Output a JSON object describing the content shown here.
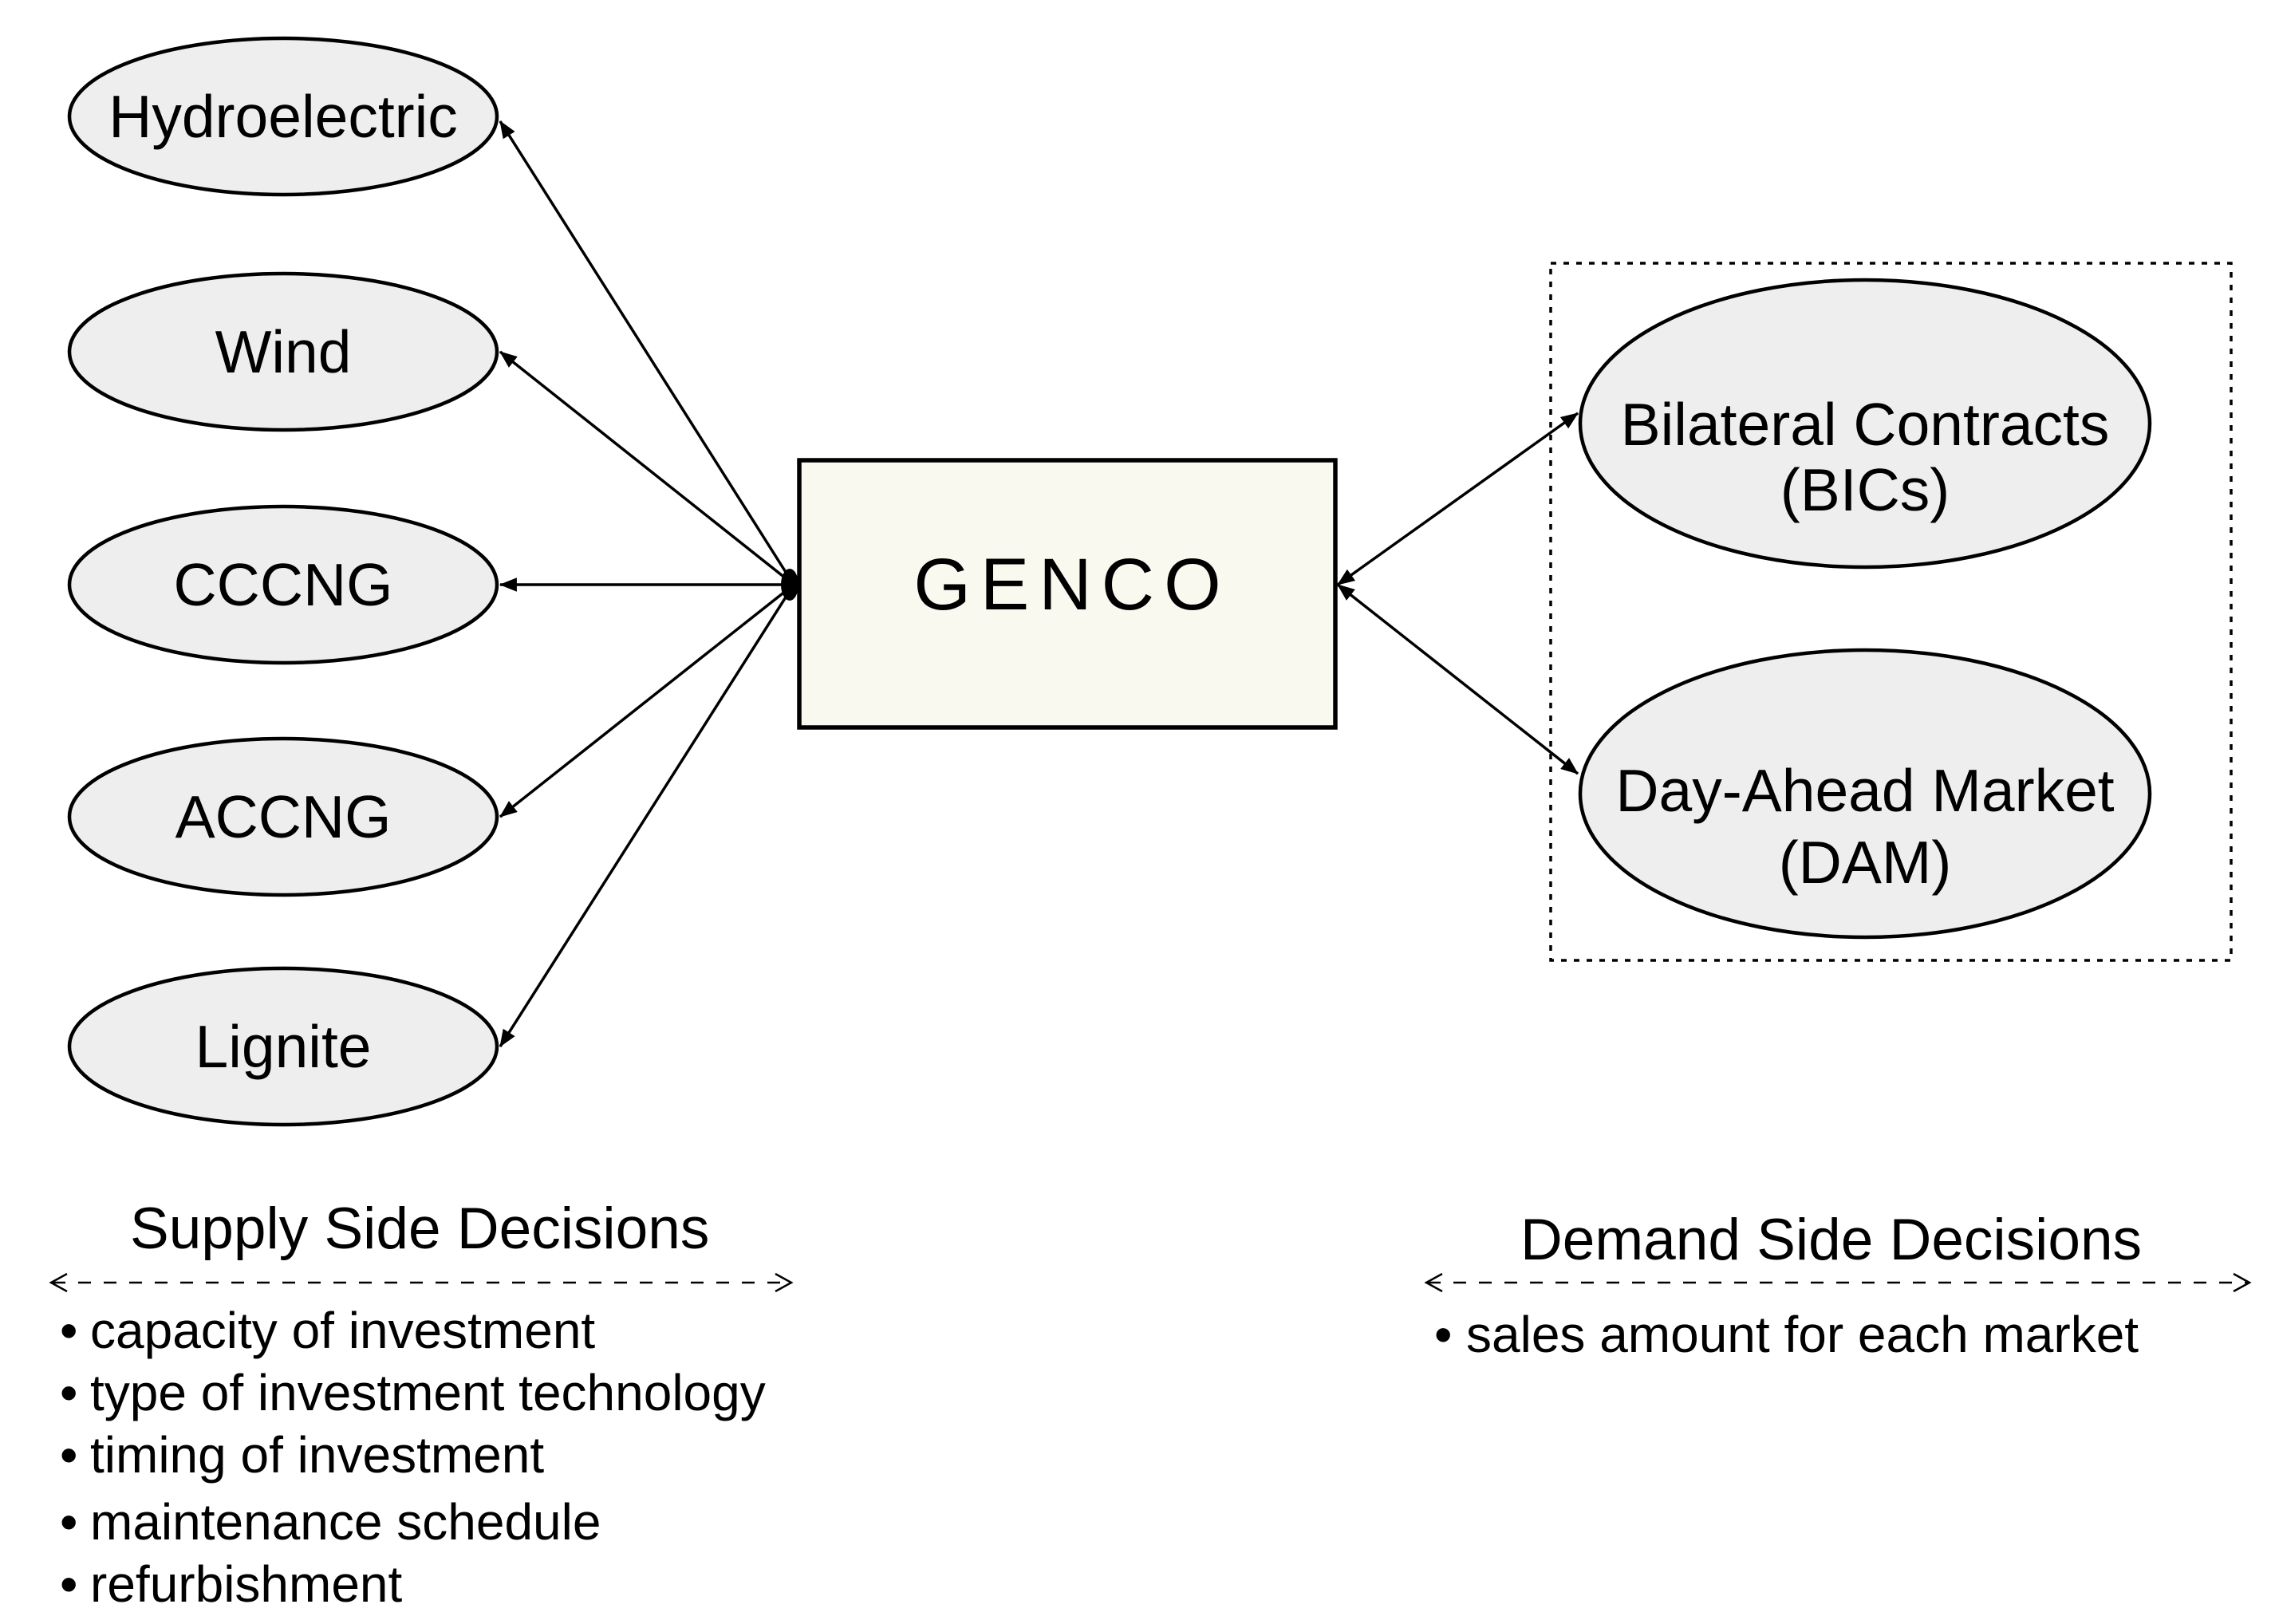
{
  "supply_nodes": [
    {
      "id": "hydroelectric",
      "label": "Hydroelectric"
    },
    {
      "id": "wind",
      "label": "Wind"
    },
    {
      "id": "cccng",
      "label": "CCCNG"
    },
    {
      "id": "accng",
      "label": "ACCNG"
    },
    {
      "id": "lignite",
      "label": "Lignite"
    }
  ],
  "center": {
    "label": "GENCO"
  },
  "market_nodes": [
    {
      "id": "bilateral-contracts",
      "line1": "Bilateral Contracts",
      "line2": "(BICs)"
    },
    {
      "id": "day-ahead-market",
      "line1": "Day-Ahead Market",
      "line2": "(DAM)"
    }
  ],
  "supply_side": {
    "heading": "Supply Side Decisions",
    "bullets": [
      "capacity of investment",
      "type of investment technology",
      "timing of investment",
      "maintenance schedule",
      "refurbishment"
    ]
  },
  "demand_side": {
    "heading": "Demand Side Decisions",
    "bullets": [
      "sales amount for each market"
    ]
  },
  "bullet_symbol": "•"
}
